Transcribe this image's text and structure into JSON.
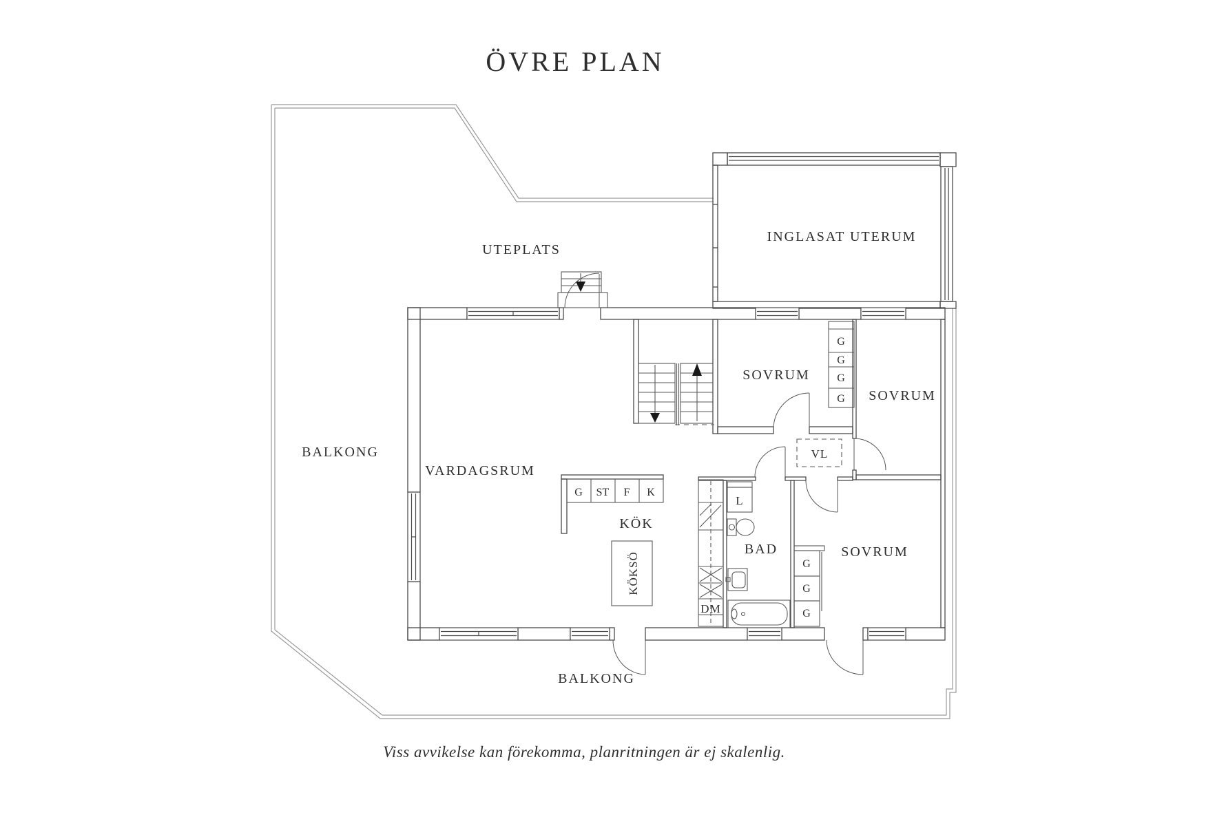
{
  "title": "ÖVRE PLAN",
  "footer": "Viss avvikelse kan förekomma, planritningen är ej skalenlig.",
  "labels": {
    "uteplats": "UTEPLATS",
    "inglasat_uterum": "INGLASAT UTERUM",
    "balkong_left": "BALKONG",
    "balkong_bottom": "BALKONG",
    "vardagsrum": "VARDAGSRUM",
    "kok": "KÖK",
    "kokso": "KÖKSÖ",
    "bad": "BAD",
    "sovrum_top": "SOVRUM",
    "sovrum_right": "SOVRUM",
    "sovrum_bottom": "SOVRUM",
    "vl": "VL",
    "l": "L",
    "dm": "DM"
  },
  "cabinet_row": [
    "G",
    "ST",
    "F",
    "K"
  ],
  "wardrobes_top": [
    "G",
    "G",
    "G",
    "G"
  ],
  "wardrobes_bottom": [
    "G",
    "G",
    "G"
  ],
  "colors": {
    "wall": "#4a4a4a",
    "terrace": "#9b9b9b",
    "fixture": "#5a5a5a",
    "text": "#2e2e2e"
  }
}
